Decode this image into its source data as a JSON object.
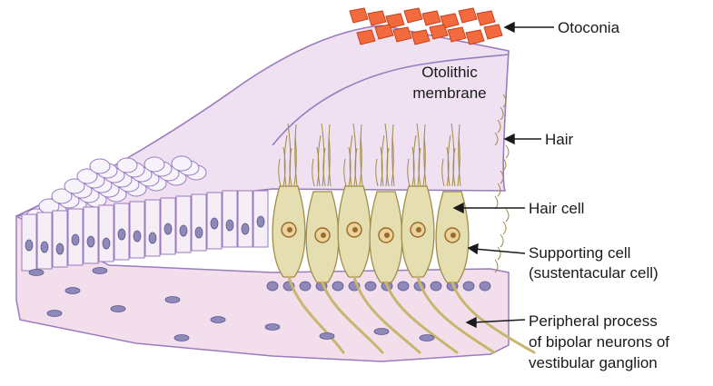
{
  "diagram": {
    "labels": {
      "otoconia": "Otoconia",
      "otolithic_line1": "Otolithic",
      "otolithic_line2": "membrane",
      "hair": "Hair",
      "hair_cell": "Hair cell",
      "supporting_line1": "Supporting cell",
      "supporting_line2": "(sustentacular cell)",
      "peripheral_line1": "Peripheral process",
      "peripheral_line2": "of bipolar neurons of",
      "peripheral_line3": "vestibular ganglion"
    },
    "colors": {
      "membrane_fill": "#efe1f1",
      "membrane_outline": "#9a7bbf",
      "otoconia_fill": "#f26a3d",
      "otoconia_edge": "#c9421b",
      "hair_cell_fill": "#e4deb0",
      "hair_cell_outline": "#a08c48",
      "nerve": "#c8b56e",
      "tissue_fill": "#f3dfec",
      "nucleus": "#8e89b8",
      "arrow": "#1a1a1a"
    }
  }
}
